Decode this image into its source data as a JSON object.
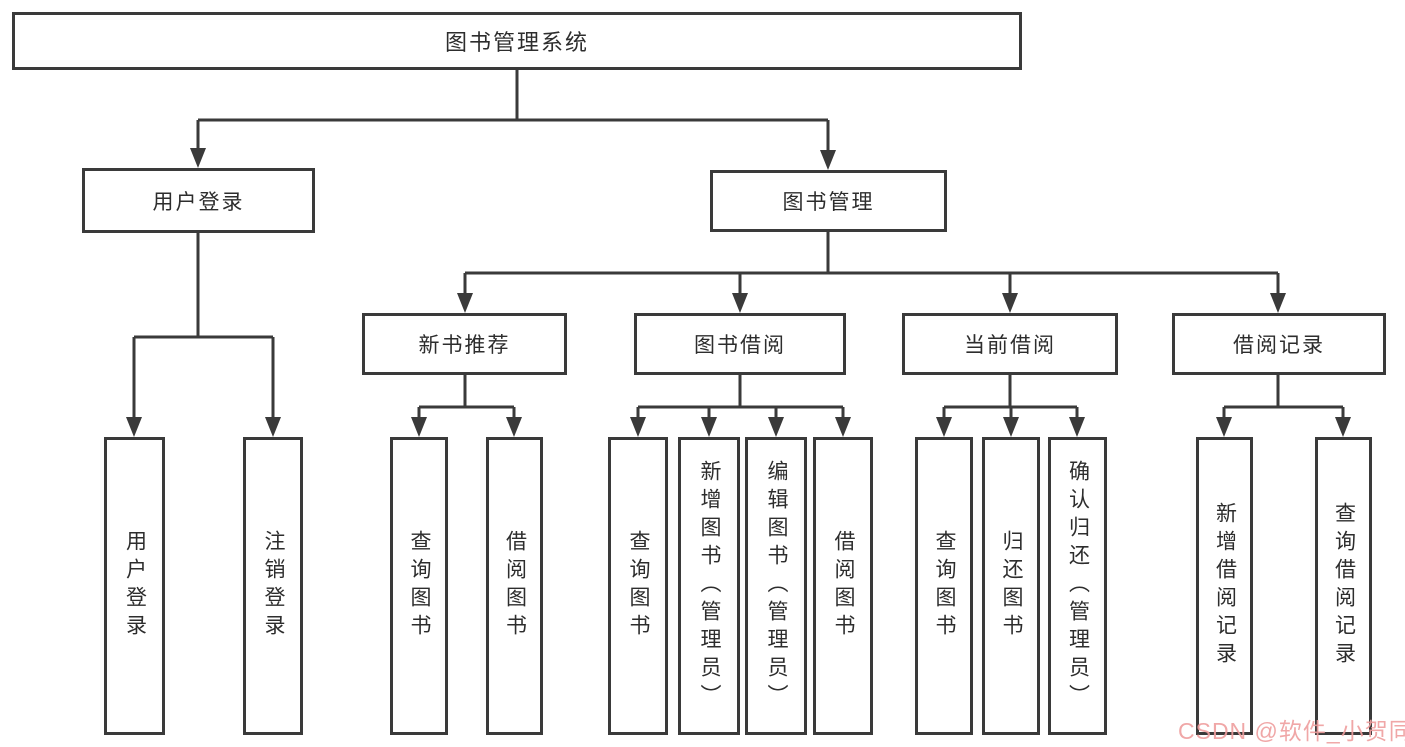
{
  "tree": {
    "root": {
      "label": "图书管理系统",
      "children": [
        {
          "label": "用户登录",
          "children": [
            {
              "label": "用户登录"
            },
            {
              "label": "注销登录"
            }
          ]
        },
        {
          "label": "图书管理",
          "children": [
            {
              "label": "新书推荐",
              "children": [
                {
                  "label": "查询图书"
                },
                {
                  "label": "借阅图书"
                }
              ]
            },
            {
              "label": "图书借阅",
              "children": [
                {
                  "label": "查询图书"
                },
                {
                  "label": "新增图书（管理员）"
                },
                {
                  "label": "编辑图书（管理员）"
                },
                {
                  "label": "借阅图书"
                }
              ]
            },
            {
              "label": "当前借阅",
              "children": [
                {
                  "label": "查询图书"
                },
                {
                  "label": "归还图书"
                },
                {
                  "label": "确认归还（管理员）"
                }
              ]
            },
            {
              "label": "借阅记录",
              "children": [
                {
                  "label": "新增借阅记录"
                },
                {
                  "label": "查询借阅记录"
                }
              ]
            }
          ]
        }
      ]
    }
  },
  "watermark": {
    "text": "CSDN @软件_小贺同学",
    "color": "#ef9e9e"
  },
  "colors": {
    "line": "#3a3a3a",
    "text": "#2d2d2d",
    "background": "#ffffff"
  }
}
